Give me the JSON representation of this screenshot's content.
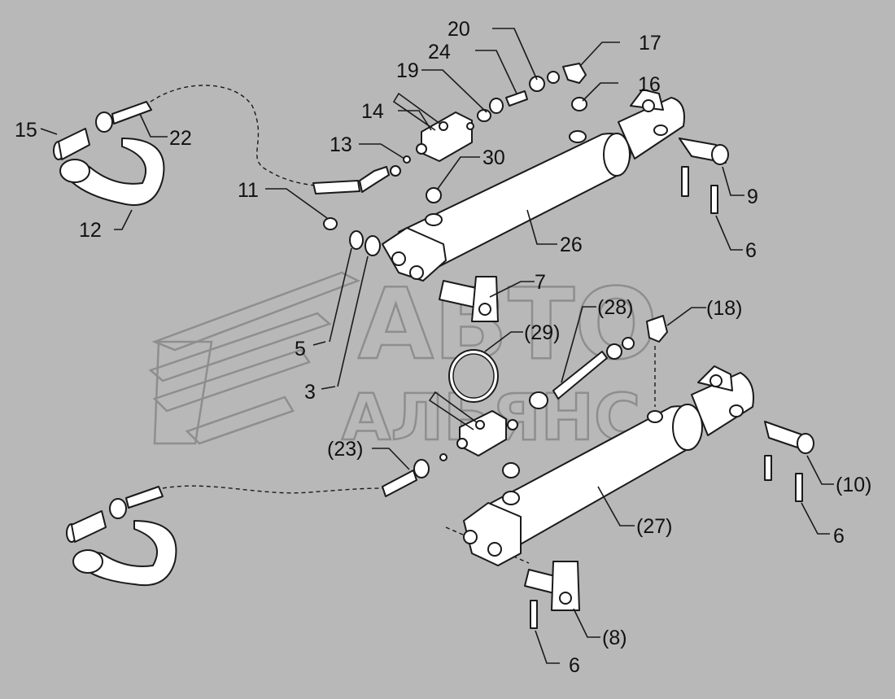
{
  "colors": {
    "background": "#b8b8b8",
    "ink": "#1a1a1a",
    "part_fill": "#ffffff",
    "watermark": "#8e8e8e"
  },
  "watermark": {
    "line1": "АВТО",
    "line2": "АЛЬЯНС"
  },
  "callouts": {
    "c20": "20",
    "c17": "17",
    "c24": "24",
    "c19": "19",
    "c16": "16",
    "c14": "14",
    "c15": "15",
    "c22": "22",
    "c13": "13",
    "c30": "30",
    "c11": "11",
    "c9": "9",
    "c12": "12",
    "c6a": "6",
    "c26": "26",
    "c7": "7",
    "c28": "(28)",
    "c18": "(18)",
    "c29": "(29)",
    "c5": "5",
    "c3": "3",
    "c23": "(23)",
    "c10": "(10)",
    "c6b": "6",
    "c27": "(27)",
    "c8": "(8)",
    "c6c": "6"
  }
}
